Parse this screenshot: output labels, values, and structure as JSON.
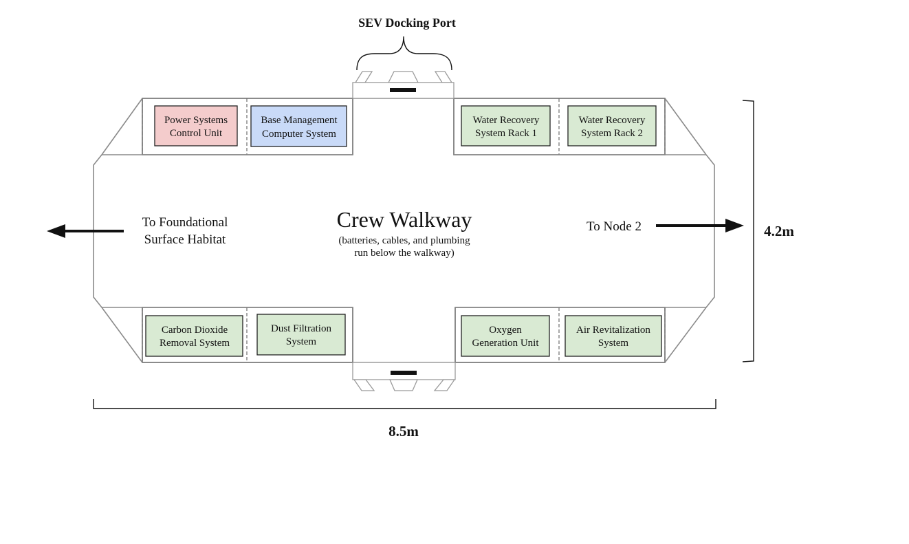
{
  "diagram": {
    "title": "SEV Docking Port",
    "walkway": {
      "title": "Crew Walkway",
      "note_line1": "(batteries, cables, and plumbing",
      "note_line2": "run below the walkway)"
    },
    "left_exit": {
      "line1": "To Foundational",
      "line2": "Surface Habitat",
      "direction": "left"
    },
    "right_exit": {
      "line1": "To Node 2",
      "direction": "right"
    },
    "dimensions": {
      "height": "4.2m",
      "width": "8.5m"
    },
    "colors": {
      "power": "#f4cccc",
      "computer": "#c9daf8",
      "life_support": "#d9ead3"
    },
    "top_racks": [
      {
        "line1": "Power Systems",
        "line2": "Control Unit",
        "color_key": "power"
      },
      {
        "line1": "Base Management",
        "line2": "Computer System",
        "color_key": "computer"
      },
      {
        "line1": "Water Recovery",
        "line2": "System Rack 1",
        "color_key": "life_support"
      },
      {
        "line1": "Water Recovery",
        "line2": "System Rack 2",
        "color_key": "life_support"
      }
    ],
    "bottom_racks": [
      {
        "line1": "Carbon Dioxide",
        "line2": "Removal System",
        "color_key": "life_support"
      },
      {
        "line1": "Dust Filtration",
        "line2": "System",
        "color_key": "life_support"
      },
      {
        "line1": "Oxygen",
        "line2": "Generation Unit",
        "color_key": "life_support"
      },
      {
        "line1": "Air Revitalization",
        "line2": "System",
        "color_key": "life_support"
      }
    ]
  }
}
